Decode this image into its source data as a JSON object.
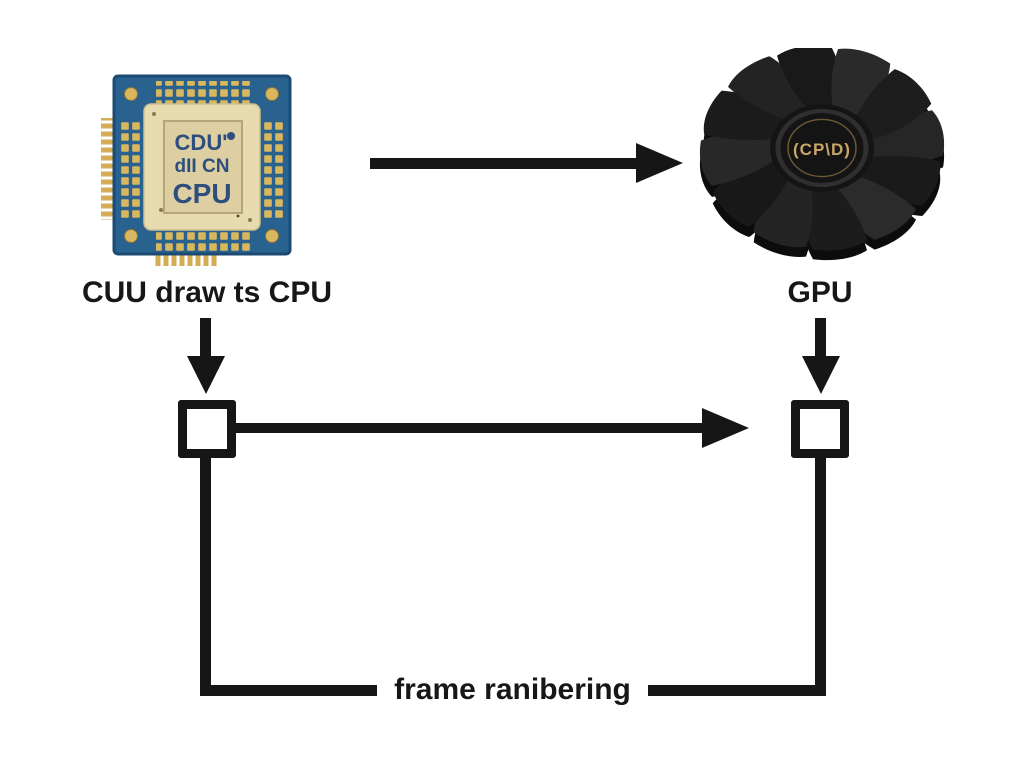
{
  "diagram": {
    "cpu": {
      "label": "CUU draw ts CPU",
      "chip_text_line1": "CDU'",
      "chip_text_line2": "dII CN",
      "chip_text_line3": "CPU"
    },
    "gpu": {
      "label": "GPU",
      "hub_text": "(CP\\D)"
    },
    "loop_label": "frame ranibering"
  },
  "colors": {
    "background": "#ffffff",
    "line_black": "#161616",
    "pcb_blue": "#2a628f",
    "pcb_edge": "#1c4a70",
    "pad_gold": "#d9b75f",
    "substrate_beige": "#e7dcb0",
    "die_beige": "#ddcfa2",
    "chip_text_navy": "#2e4e7d",
    "fan_black": "#1e1e1e",
    "fan_shadow": "#0c0c0c",
    "hub_gold": "#c9a567"
  }
}
